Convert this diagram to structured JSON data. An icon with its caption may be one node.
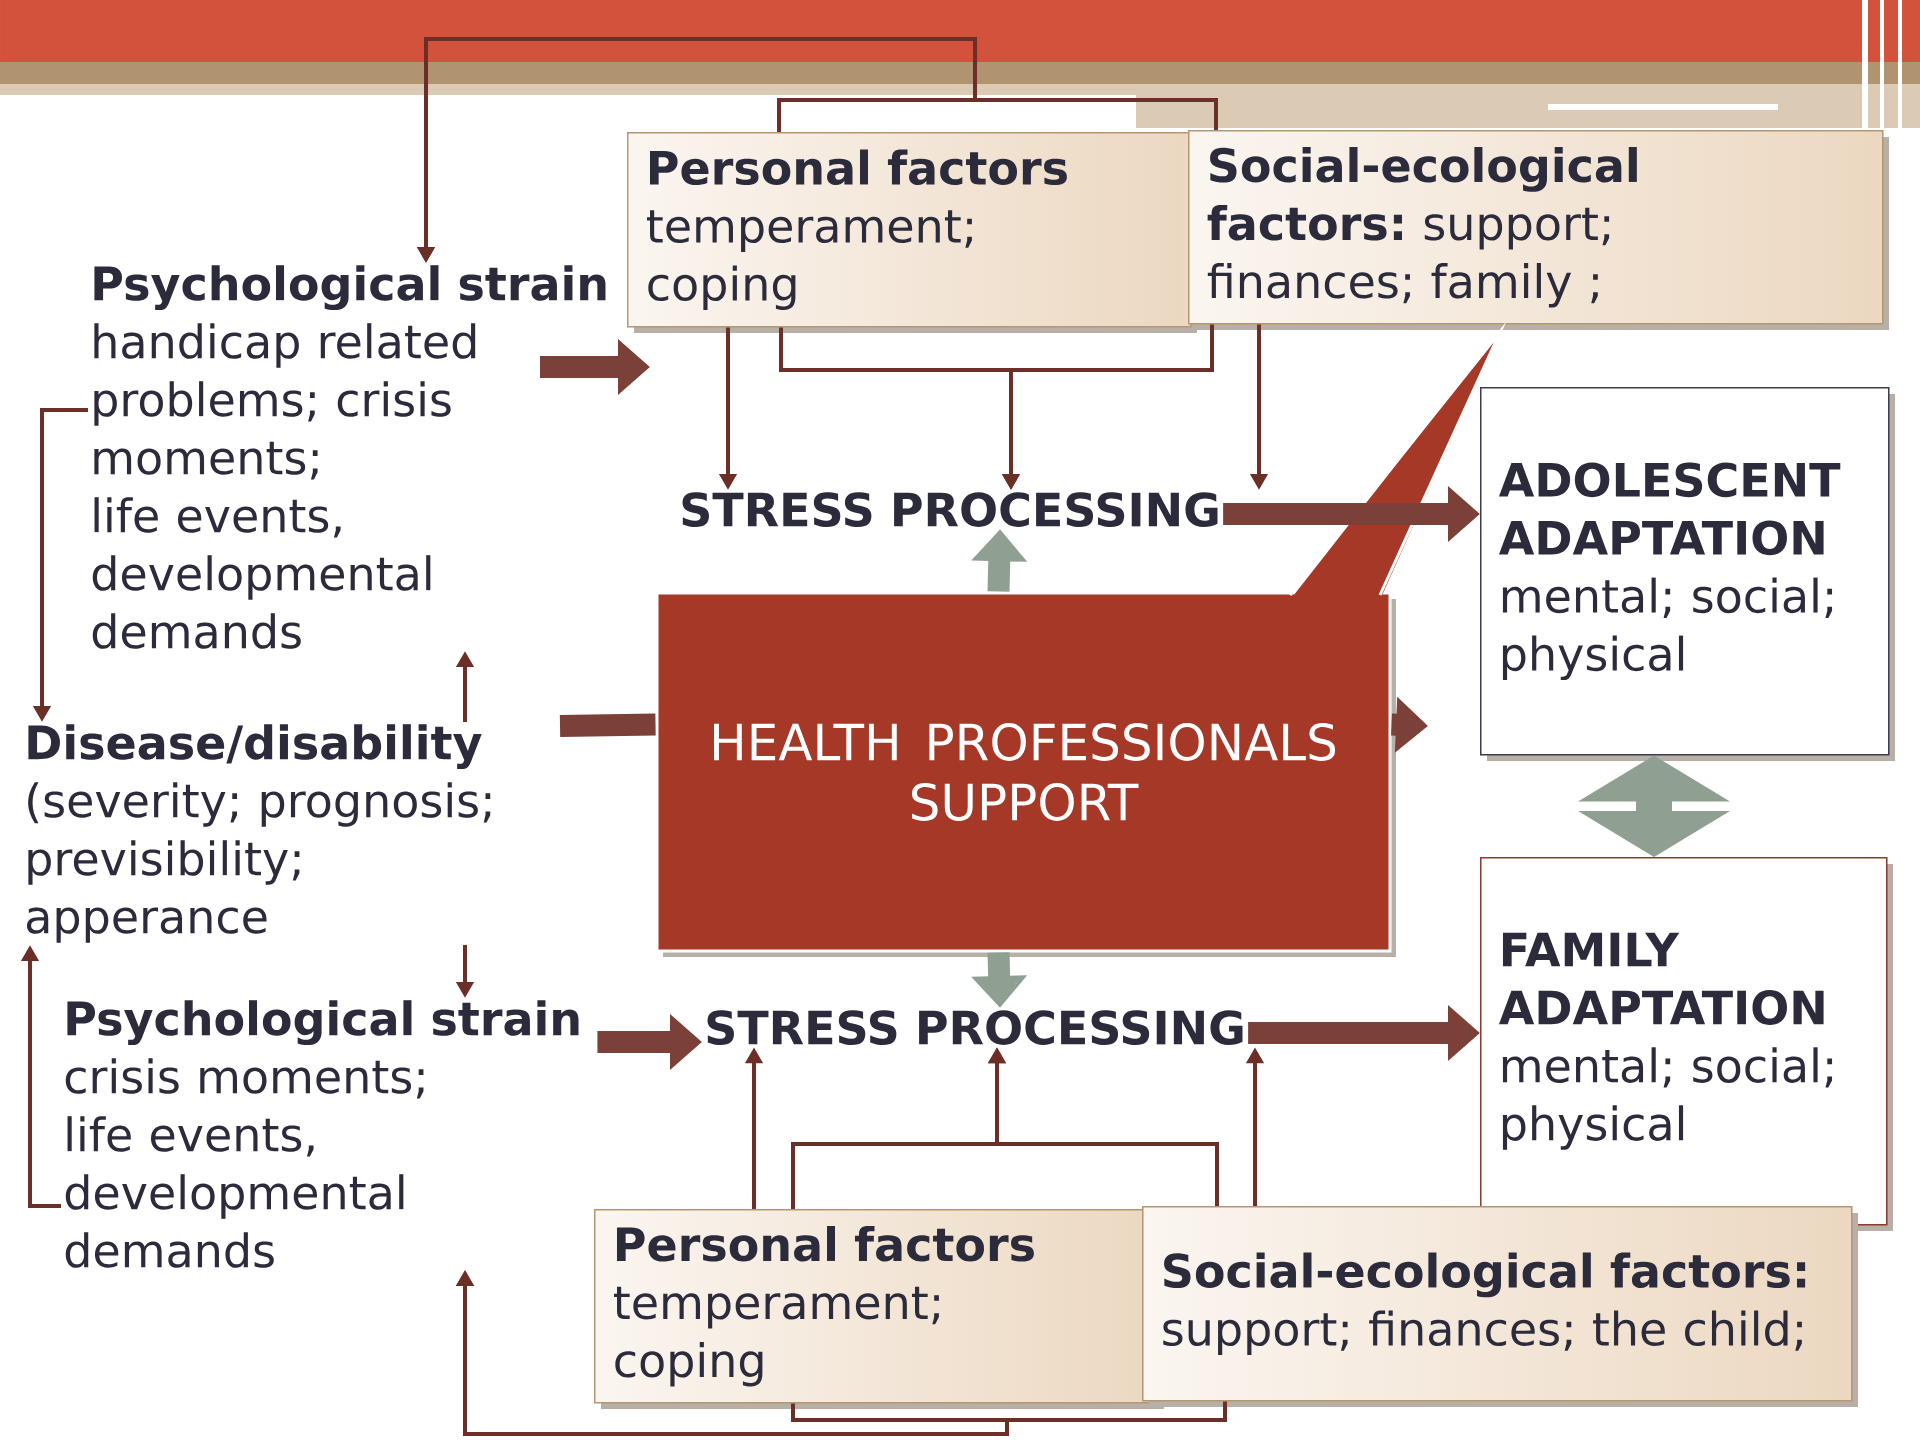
{
  "diagram": {
    "nodes": [
      {
        "text": [
          "Psychological strain",
          "handicap related problems; crisis moments; life events, developmental demands"
        ]
      },
      {
        "text": [
          "Personal factors",
          "temperament; coping"
        ]
      },
      {
        "text": [
          "**Social-ecological factors:** support; finances; family ;"
        ]
      },
      {
        "text": [
          "STRESS PROCESSING"
        ]
      },
      {
        "text": [
          "ADOLESCENT ADAPTATION",
          "mental; social; physical"
        ]
      },
      {
        "text": [
          "Disease/disability",
          "(severity; prognosis; previsibility; apperance"
        ]
      },
      {
        "text": [
          "HEALTH PROFESSIONALS SUPPORT"
        ]
      },
      {
        "text": [
          "Psychological strain",
          "crisis moments; life events, developmental demands"
        ]
      },
      {
        "text": [
          "STRESS PROCESSING"
        ]
      },
      {
        "text": [
          "FAMILY ADAPTATION",
          "mental; social; physical"
        ]
      },
      {
        "text": [
          "Personal factors",
          "temperament; coping"
        ]
      },
      {
        "text": [
          "**Social-ecological factors:** support; finances; the child;"
        ]
      }
    ],
    "edges": [
      {
        "from": 1,
        "to": 0,
        "arrow": "to"
      },
      {
        "from": 2,
        "to": 0,
        "arrow": "to"
      },
      {
        "from": 0,
        "to": null,
        "arrow": "to",
        "style": "thick"
      },
      {
        "from": 1,
        "to": 3,
        "arrow": "to"
      },
      {
        "from": 1,
        "to": 3,
        "arrow": "to"
      },
      {
        "from": 2,
        "to": 3,
        "arrow": "to"
      },
      {
        "from": 2,
        "to": 3,
        "arrow": "to"
      },
      {
        "from": 3,
        "to": 4,
        "arrow": "to",
        "style": "thick"
      },
      {
        "from": 0,
        "to": 5,
        "arrow": "to"
      },
      {
        "from": 5,
        "to": 0,
        "arrow": "to"
      },
      {
        "from": 5,
        "to": 6,
        "arrow": "none",
        "style": "thick"
      },
      {
        "from": 6,
        "to": null,
        "arrow": "to",
        "style": "thick"
      },
      {
        "from": 6,
        "to": 3,
        "arrow": "to",
        "style": "thick",
        "color": "#8fa093"
      },
      {
        "from": 6,
        "to": 8,
        "arrow": "to",
        "style": "thick",
        "color": "#8fa093"
      },
      {
        "from": 4,
        "to": 9,
        "arrow": "both",
        "style": "thick",
        "color": "#8fa093"
      },
      {
        "from": 5,
        "to": 7,
        "arrow": "to"
      },
      {
        "from": 7,
        "to": 5,
        "arrow": "to"
      },
      {
        "from": 7,
        "to": 8,
        "arrow": "to",
        "style": "thick"
      },
      {
        "from": 8,
        "to": 9,
        "arrow": "to",
        "style": "thick"
      },
      {
        "from": 10,
        "to": 8,
        "arrow": "to"
      },
      {
        "from": 10,
        "to": 8,
        "arrow": "to"
      },
      {
        "from": 11,
        "to": 8,
        "arrow": "to"
      },
      {
        "from": 11,
        "to": 8,
        "arrow": "to"
      },
      {
        "from": 10,
        "to": 7,
        "arrow": "to"
      },
      {
        "from": 11,
        "to": 7,
        "arrow": "to"
      }
    ]
  }
}
